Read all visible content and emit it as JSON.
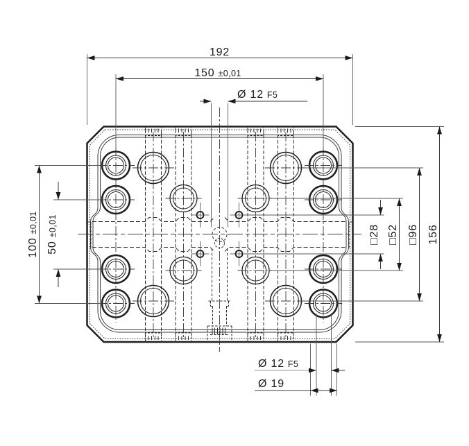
{
  "dims": {
    "top": {
      "overall_width": "192",
      "hole_spacing": {
        "main": "150",
        "tol": "±0,01"
      },
      "center_hole": {
        "main": "Ø 12",
        "fit": "F5"
      }
    },
    "left": {
      "row_spacing_outer": {
        "main": "100",
        "tol": "±0,01"
      },
      "row_spacing_inner": {
        "main": "50",
        "tol": "±0,01"
      }
    },
    "right": {
      "square_28": "□28",
      "square_52": "□52",
      "square_96": "□96",
      "overall_height": "156"
    },
    "bottom": {
      "fit_hole": {
        "main": "Ø 12",
        "fit": "F5"
      },
      "counterbore": "Ø 19"
    }
  },
  "colors": {
    "line": "#1f1f1f",
    "dim_line": "#3a3a3a",
    "background": "#ffffff"
  }
}
